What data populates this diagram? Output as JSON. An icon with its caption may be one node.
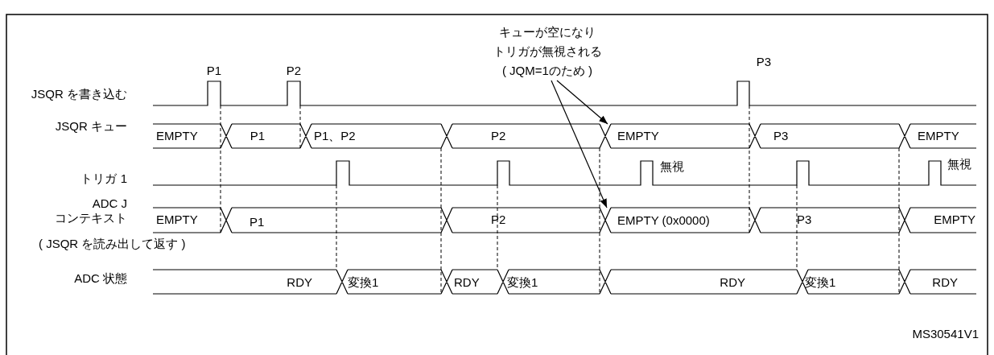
{
  "diagram": {
    "nodes": [
      {
        "text": [
          "キューが空になりトリガが無視される( JQM=1のため )"
        ]
      },
      {
        "text": [
          "EMPTY"
        ]
      },
      {
        "text": [
          "EMPTY (0x0000)"
        ]
      }
    ],
    "edges": [
      {
        "from": 0,
        "to": 1,
        "arrow": "to"
      },
      {
        "from": 0,
        "to": 2,
        "arrow": "to"
      }
    ],
    "labels": [
      "P1",
      "P2",
      "P3",
      "JSQR を書き込む",
      "JSQR キュー",
      "EMPTY",
      "P1",
      "P1、P2",
      "P2",
      "P3",
      "EMPTY",
      "トリガ 1",
      "無視",
      "無視",
      "ADC J コンテキスト",
      "EMPTY",
      "P1",
      "P2",
      "P3",
      "EMPTY",
      "( JSQR を読み出して返す )",
      "ADC 状態",
      "RDY",
      "変換1",
      "RDY",
      "変換1",
      "RDY",
      "変換1",
      "RDY",
      "MS30541V1"
    ]
  }
}
